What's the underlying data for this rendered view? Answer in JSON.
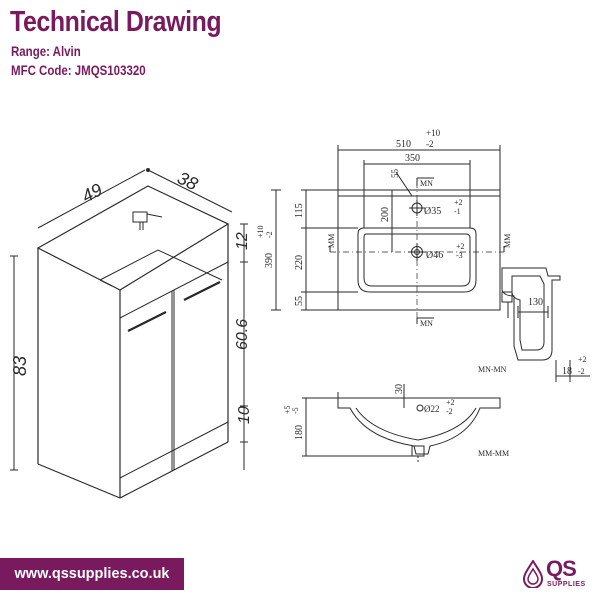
{
  "header": {
    "title": "Technical Drawing",
    "range": "Range: Alvin",
    "code": "MFC Code: JMQS103320"
  },
  "cabinet": {
    "width": "49",
    "depth": "38",
    "height": "83",
    "top_gap": "12",
    "door_height": "60.6",
    "plinth": "10"
  },
  "basin_plan": {
    "overall_width": "510",
    "overall_tol_plus": "+10",
    "overall_tol_minus": "-2",
    "bowl_width": "350",
    "waste_dim": "55",
    "mn_label": "MN",
    "tap_hole_dim": "200",
    "tap_hole": "Ø35",
    "tap_tol_plus": "+2",
    "tap_tol_minus": "-1",
    "back_dim": "115",
    "depth": "390",
    "depth_tol_plus": "+10",
    "depth_tol_minus": "-2",
    "bowl_depth": "220",
    "front_dim": "55",
    "mm_label": "MM",
    "waste_hole": "Ø46",
    "waste_tol_plus": "+2",
    "waste_tol_minus": "-3"
  },
  "side_section": {
    "depth": "130",
    "thickness": "18",
    "tol_plus": "+2",
    "tol_minus": "-2",
    "label": "MN-MN"
  },
  "front_section": {
    "rim": "30",
    "overflow_hole": "Ø22",
    "overflow_tol_plus": "+2",
    "overflow_tol_minus": "-2",
    "height": "180",
    "height_tol_plus": "+5",
    "height_tol_minus": "-5",
    "label": "MM-MM"
  },
  "footer": {
    "url": "www.qssupplies.co.uk",
    "logo": "QS",
    "logo_sub": "SUPPLIES"
  },
  "colors": {
    "brand": "#7a1a5e",
    "line": "#2a2a2a"
  }
}
